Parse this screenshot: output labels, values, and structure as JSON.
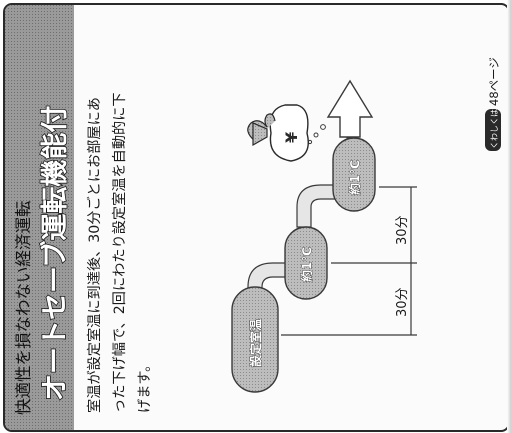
{
  "header": {
    "subtitle": "快適性を損なわない経済運転",
    "title": "オートセーブ運転機能付"
  },
  "body_text": {
    "line1": "室温が設定室温に到達後、30分ごとにお部屋にあ",
    "line2": "った下げ幅で、2回にわたり設定室温を自動的に下",
    "line3": "げます。"
  },
  "diagram": {
    "stage1_label": "設定室温",
    "stage2_label": "約1℃",
    "stage3_label": "約1℃",
    "interval1_label": "30分",
    "interval2_label": "30分",
    "bag_label": "¥"
  },
  "reference": {
    "badge": "くわしくは",
    "page": "48ページ"
  },
  "colors": {
    "header_bg": "#8a8a8a",
    "header_text_dark": "#1a1a1a",
    "header_text_light": "#ffffff",
    "pill_fill": "#b0b0b0",
    "stair_fill": "#e4e4e4",
    "border": "#2a2a2a"
  }
}
